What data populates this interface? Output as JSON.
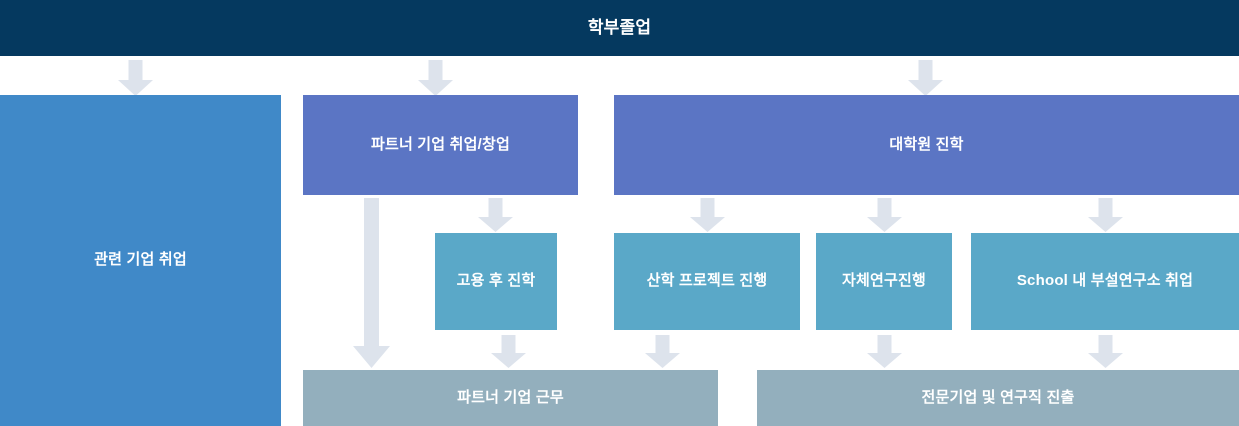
{
  "diagram": {
    "title": "학부졸업",
    "arrow_color": "#dde3ec",
    "palette": {
      "header": "#05395f",
      "primary": "#4089c8",
      "indigo": "#5b75c4",
      "teal": "#5aa8c8",
      "slate": "#93afbd",
      "text": "#ffffff"
    },
    "nodes": {
      "root": {
        "label": "학부졸업"
      },
      "employment": {
        "label": "관련 기업 취업"
      },
      "partner_company": {
        "label": "파트너 기업 취업/창업"
      },
      "grad_school": {
        "label": "대학원 진학"
      },
      "study_after_hire": {
        "label": "고용 후 진학"
      },
      "industry_project": {
        "label": "산학 프로젝트 진행"
      },
      "own_research": {
        "label": "자체연구진행"
      },
      "school_institute": {
        "label": "School 내 부설연구소 취업"
      },
      "partner_work": {
        "label": "파트너 기업 근무"
      },
      "specialist_career": {
        "label": "전문기업 및 연구직 진출"
      }
    },
    "flows": [
      {
        "from": "root",
        "to": "employment"
      },
      {
        "from": "root",
        "to": "partner_company"
      },
      {
        "from": "root",
        "to": "grad_school"
      },
      {
        "from": "partner_company",
        "to": "study_after_hire"
      },
      {
        "from": "partner_company",
        "to": "partner_work"
      },
      {
        "from": "grad_school",
        "to": "industry_project"
      },
      {
        "from": "grad_school",
        "to": "own_research"
      },
      {
        "from": "grad_school",
        "to": "school_institute"
      },
      {
        "from": "study_after_hire",
        "to": "partner_work"
      },
      {
        "from": "industry_project",
        "to": "partner_work"
      },
      {
        "from": "own_research",
        "to": "specialist_career"
      },
      {
        "from": "school_institute",
        "to": "specialist_career"
      }
    ]
  }
}
